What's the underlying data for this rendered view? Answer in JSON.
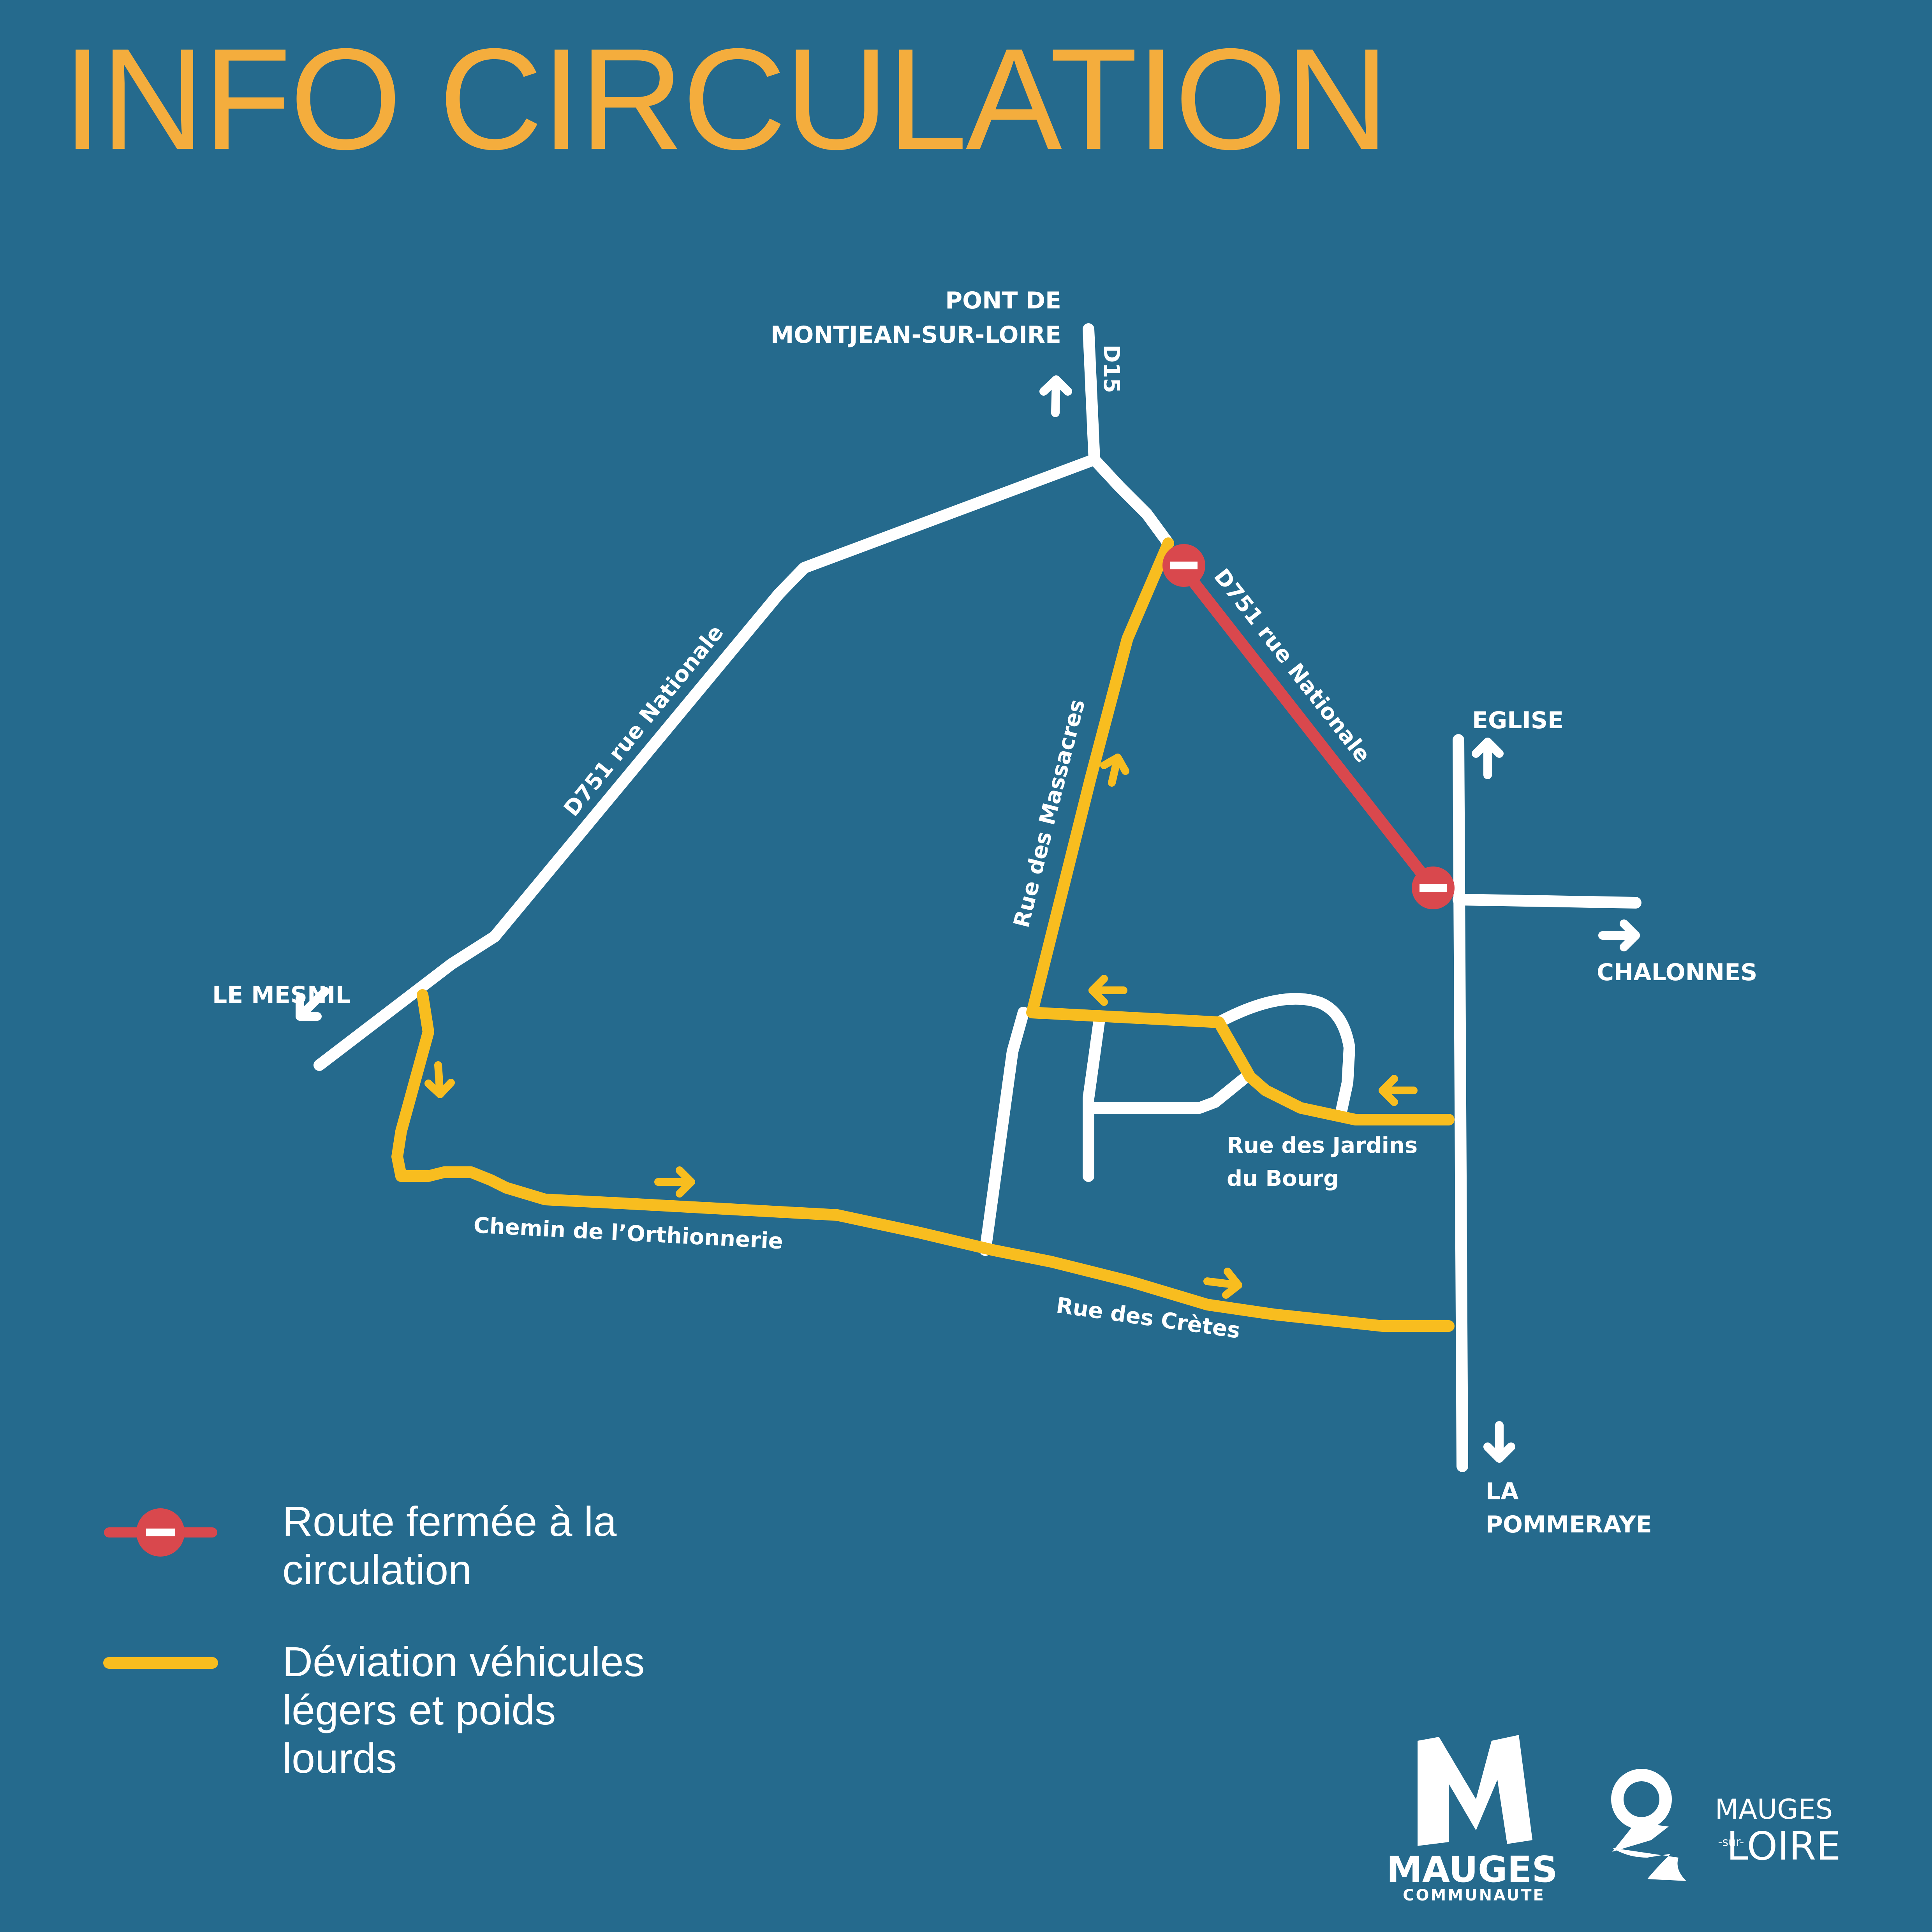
{
  "title": "INFO CIRCULATION",
  "places": {
    "pont_line1": "PONT DE",
    "pont_line2": "MONTJEAN-SUR-LOIRE",
    "eglise": "EGLISE",
    "chalonnes": "CHALONNES",
    "le_mesnil": "LE MESNIL",
    "la_line1": "LA",
    "la_line2": "POMMERAYE"
  },
  "streets": {
    "d15": "D15",
    "d751_west": "D751 rue Nationale",
    "d751_east": "D751 rue Nationale",
    "massacres": "Rue des Massacres",
    "jardins_line1": "Rue des Jardins",
    "jardins_line2": "du Bourg",
    "orthionnerie": "Chemin de l’Orthionnerie",
    "cretes": "Rue des Crètes"
  },
  "legend": {
    "closed_line1": "Route fermée à la",
    "closed_line2": "circulation",
    "detour_line1": "Déviation véhicules",
    "detour_line2": "légers et poids",
    "detour_line3": "lourds"
  },
  "logos": {
    "mauges_name": "MAUGES",
    "mauges_sub": "COMMUNAUTE",
    "msl_line1": "MAUGES",
    "msl_sur": "-sur-",
    "msl_line2": "LOIRE"
  },
  "colors": {
    "background": "#256a8d",
    "title": "#f4ad3d",
    "road": "#ffffff",
    "closed_road": "#d9484d",
    "detour": "#f8bd1f"
  }
}
